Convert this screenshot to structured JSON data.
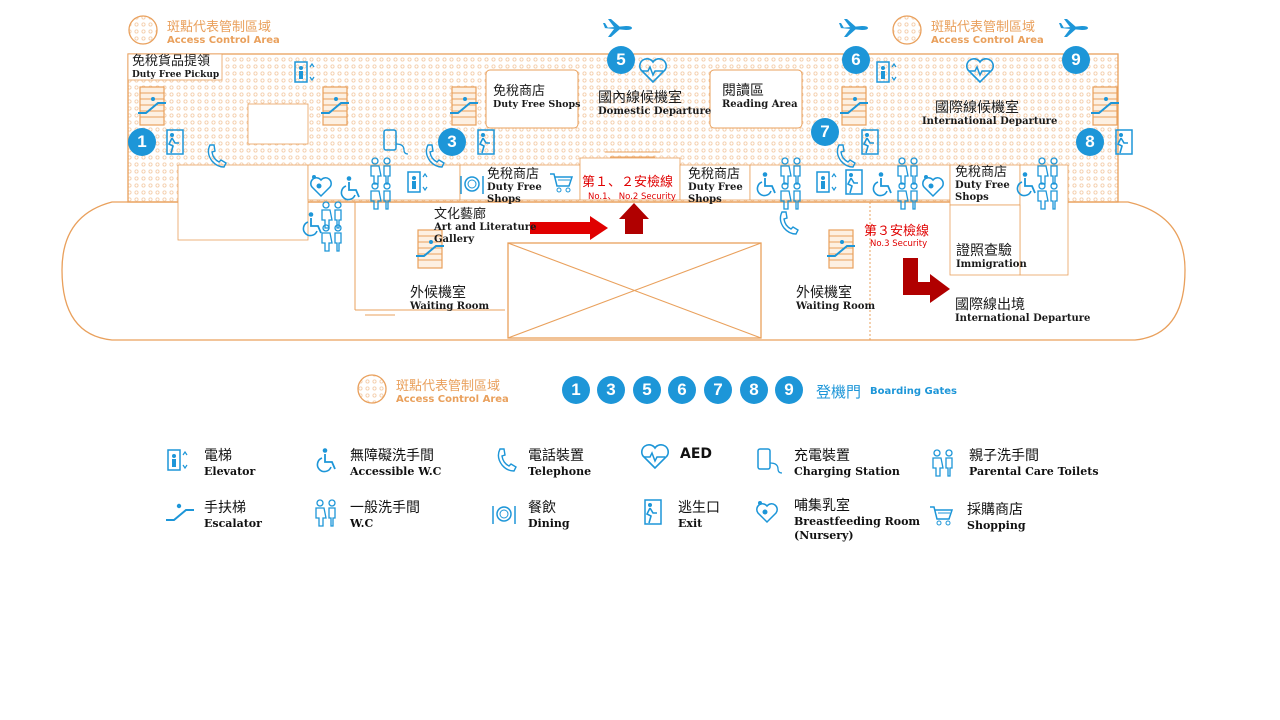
{
  "access_control": {
    "zh": "斑點代表管制區域",
    "en": "Access Control Area"
  },
  "map_labels": {
    "duty_free_pickup_zh": "免稅貨品提領",
    "duty_free_pickup_en": "Duty Free Pickup",
    "duty_free_shops_top_zh": "免稅商店",
    "duty_free_shops_top_en": "Duty Free Shops",
    "domestic_departure_zh": "國內線候機室",
    "domestic_departure_en": "Domestic Departure",
    "reading_area_zh": "閱讀區",
    "reading_area_en": "Reading Area",
    "intl_departure_lounge_zh": "國際線候機室",
    "intl_departure_lounge_en": "International Departure",
    "duty_free_shops_mid1_zh": "免稅商店",
    "duty_free_shops_mid1_en1": "Duty Free",
    "duty_free_shops_mid1_en2": "Shops",
    "duty_free_shops_mid2_zh": "免稅商店",
    "duty_free_shops_mid2_en1": "Duty Free",
    "duty_free_shops_mid2_en2": "Shops",
    "duty_free_shops_right_zh": "免稅商店",
    "duty_free_shops_right_en1": "Duty Free",
    "duty_free_shops_right_en2": "Shops",
    "security12_zh": "第１、２安檢線",
    "security12_en": "No.1、 No.2 Security",
    "security3_zh": "第３安檢線",
    "security3_en": "No.3  Security",
    "art_gallery_zh": "文化藝廊",
    "art_gallery_en1": "Art and Literature",
    "art_gallery_en2": "Gallery",
    "waiting_room_left_zh": "外候機室",
    "waiting_room_left_en": "Waiting Room",
    "waiting_room_right_zh": "外候機室",
    "waiting_room_right_en": "Waiting Room",
    "immigration_zh": "證照查驗",
    "immigration_en": "Immigration",
    "intl_departure_zh": "國際線出境",
    "intl_departure_en": "International Departure"
  },
  "gates_on_map": [
    "1",
    "3",
    "5",
    "6",
    "7",
    "8",
    "9"
  ],
  "boarding_gates": {
    "numbers": [
      "1",
      "3",
      "5",
      "6",
      "7",
      "8",
      "9"
    ],
    "zh": "登機門",
    "en": "Boarding Gates"
  },
  "legend": [
    {
      "icon": "elevator-icon",
      "zh": "電梯",
      "en": "Elevator"
    },
    {
      "icon": "accessible-wc-icon",
      "zh": "無障礙洗手間",
      "en": "Accessible W.C"
    },
    {
      "icon": "telephone-icon",
      "zh": "電話裝置",
      "en": "Telephone"
    },
    {
      "icon": "aed-icon",
      "zh": "AED",
      "en": ""
    },
    {
      "icon": "charging-station-icon",
      "zh": "充電裝置",
      "en": "Charging Station"
    },
    {
      "icon": "parental-toilet-icon",
      "zh": "親子洗手間",
      "en": "Parental Care Toilets"
    },
    {
      "icon": "escalator-icon",
      "zh": "手扶梯",
      "en": "Escalator"
    },
    {
      "icon": "wc-icon",
      "zh": "一般洗手間",
      "en": "W.C"
    },
    {
      "icon": "dining-icon",
      "zh": "餐飲",
      "en": "Dining"
    },
    {
      "icon": "exit-icon",
      "zh": "逃生口",
      "en": "Exit"
    },
    {
      "icon": "nursery-icon",
      "zh": "哺集乳室",
      "en": "Breastfeeding Room",
      "en2": "(Nursery)"
    },
    {
      "icon": "shopping-icon",
      "zh": "採購商店",
      "en": "Shopping"
    }
  ],
  "colors": {
    "accent_blue": "#1d96d8",
    "outline_orange": "#e9a05c",
    "security_red": "#e00000",
    "arrow_dark_red": "#b00000"
  }
}
